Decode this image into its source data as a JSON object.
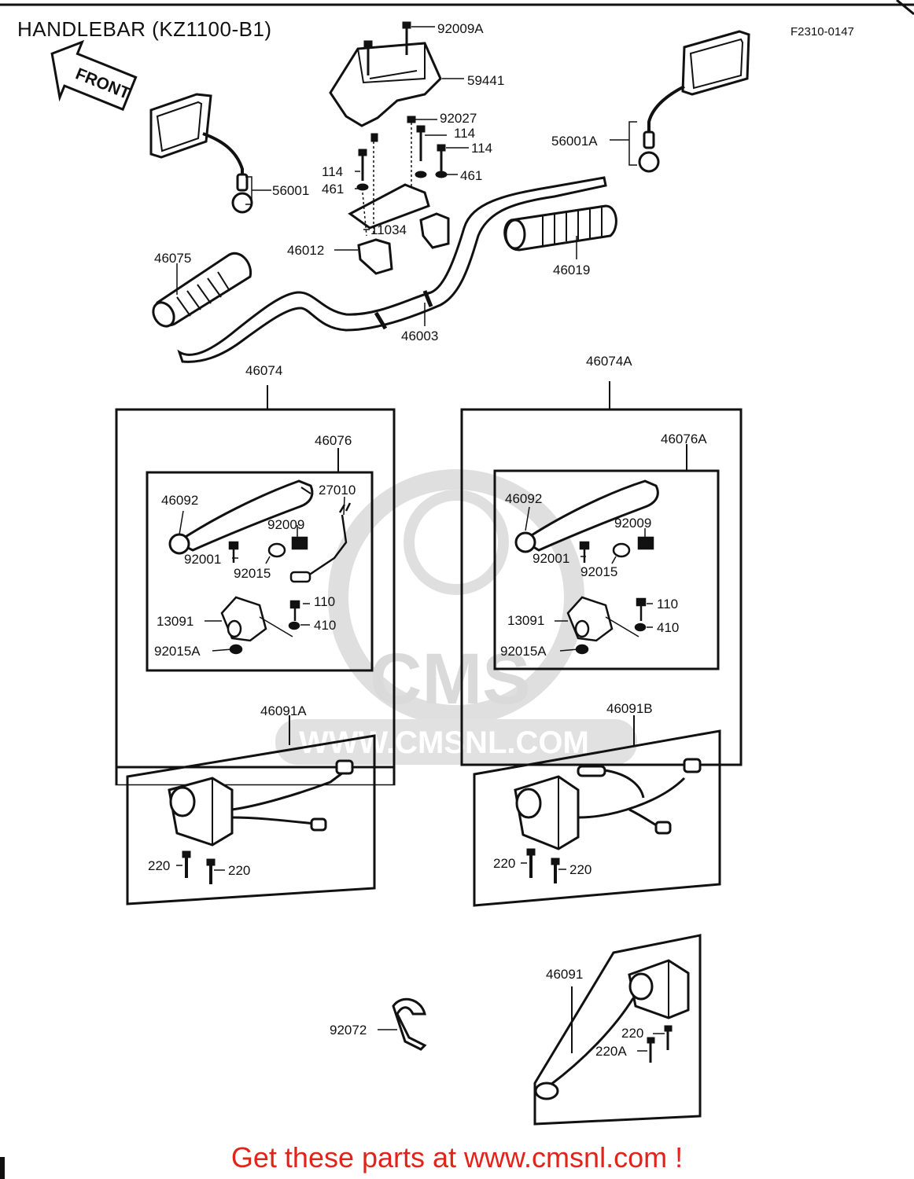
{
  "title": "HANDLEBAR (KZ1100-B1)",
  "figure_number": "F2310-0147",
  "front_arrow_text": "FRONT",
  "call_to_action": "Get these parts at www.cmsnl.com !",
  "watermark": {
    "logo_text": "CMS",
    "url_text": "WWW.CMSNL.COM"
  },
  "colors": {
    "line": "#111111",
    "cta": "#e2231a",
    "watermark": "#d6d6d6"
  },
  "parts": {
    "p92009A": "92009A",
    "p59441": "59441",
    "p92027": "92027",
    "p114a": "114",
    "p114b": "114",
    "p114c": "114",
    "p461a": "461",
    "p461b": "461",
    "p56001": "56001",
    "p56001A": "56001A",
    "p11034": "11034",
    "p46012": "46012",
    "p46075": "46075",
    "p46019": "46019",
    "p46003": "46003",
    "p46074": "46074",
    "p46074A": "46074A",
    "left_lever": {
      "p46076": "46076",
      "p46092": "46092",
      "p27010": "27010",
      "p92009": "92009",
      "p92001": "92001",
      "p92015": "92015",
      "p110": "110",
      "p13091": "13091",
      "p410": "410",
      "p92015A": "92015A"
    },
    "right_lever": {
      "p46076A": "46076A",
      "p46092": "46092",
      "p92009": "92009",
      "p92001": "92001",
      "p92015": "92015",
      "p110": "110",
      "p13091": "13091",
      "p410": "410",
      "p92015A": "92015A"
    },
    "p46091A": "46091A",
    "p46091B": "46091B",
    "p220a": "220",
    "p220b": "220",
    "p220c": "220",
    "p220d": "220",
    "p46091": "46091",
    "p92072": "92072",
    "p220e": "220",
    "p220A": "220A"
  }
}
